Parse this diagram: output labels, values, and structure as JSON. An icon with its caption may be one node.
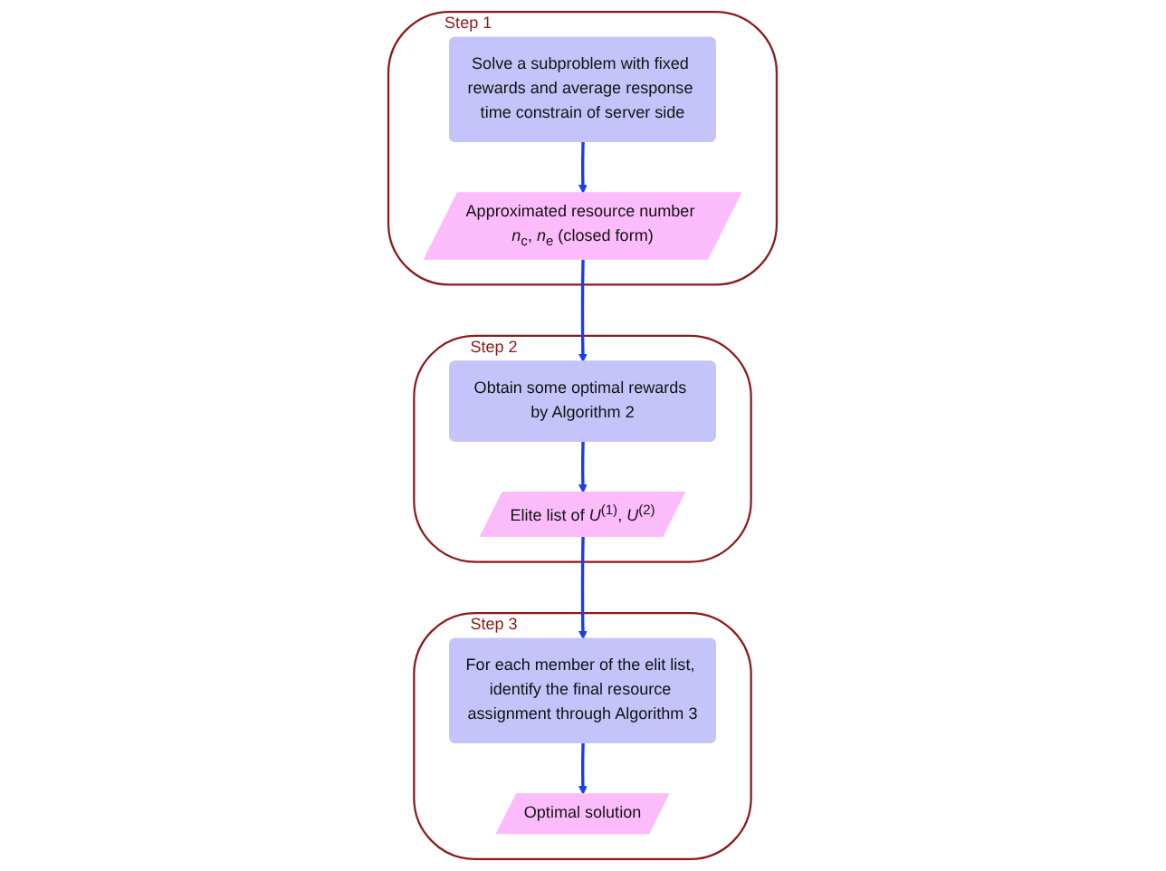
{
  "diagram": {
    "nodes": [
      {
        "text": [
          "Step 1"
        ]
      },
      {
        "text": [
          "Solve a subproblem with fixed rewards and average response time constrain of server side"
        ],
        "in": 0
      },
      {
        "text": [
          "Approximated resource number *n*$_{c}$, *n*$_{e}$ (closed form)"
        ],
        "in": 0
      },
      {
        "text": [
          "Step 2"
        ]
      },
      {
        "text": [
          "Obtain some optimal rewards by Algorithm 2"
        ],
        "in": 3
      },
      {
        "text": [
          "Elite list of *U*$^{(1)}$, *U*$^{(2)}$"
        ],
        "in": 3
      },
      {
        "text": [
          "Step 3"
        ]
      },
      {
        "text": [
          "For each member of the elit list, identify the final resource assignment through Algorithm 3"
        ],
        "in": 6
      },
      {
        "text": [
          "Optimal solution"
        ],
        "in": 6
      }
    ],
    "edges": [
      {
        "from": 1,
        "to": 2,
        "arrow": "to"
      },
      {
        "from": 2,
        "to": 4,
        "arrow": "to"
      },
      {
        "from": 4,
        "to": 5,
        "arrow": "to"
      },
      {
        "from": 5,
        "to": 7,
        "arrow": "to"
      },
      {
        "from": 7,
        "to": 8,
        "arrow": "to"
      }
    ]
  }
}
